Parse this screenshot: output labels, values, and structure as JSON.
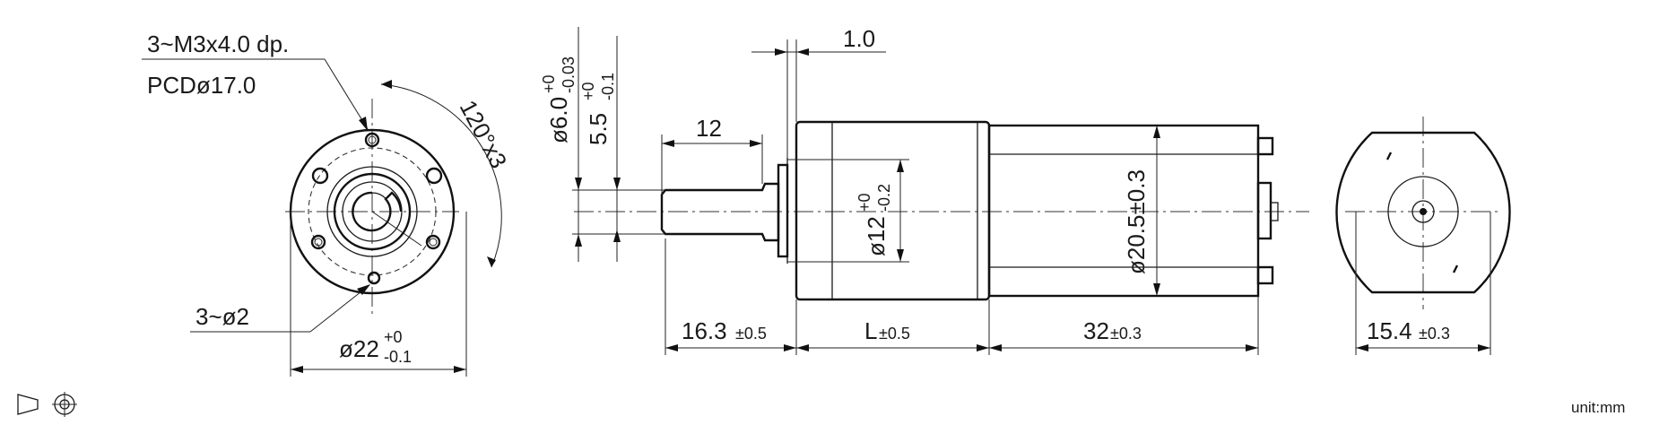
{
  "drawing": {
    "labels": {
      "thread_hole": "3~M3x4.0 dp.",
      "pcd": "PCDø17.0",
      "angle": "120°x3",
      "hole_dia": "3~ø2",
      "outer_dia_main": "ø22",
      "outer_dia_tol_upper": "+0",
      "outer_dia_tol_lower": "-0.1",
      "shaft_dia_main": "ø6.0",
      "shaft_dia_tol_upper": "+0",
      "shaft_dia_tol_lower": "-0.03",
      "flat_main": "5.5",
      "flat_tol_upper": "+0",
      "flat_tol_lower": "-0.1",
      "gap": "1.0",
      "shaft_len": "12",
      "boss_dia_main": "ø12",
      "boss_dia_tol_upper": "+0",
      "boss_dia_tol_lower": "-0.2",
      "motor_dia": "ø20.5±0.3",
      "dim_shaft_main": "16.3",
      "dim_shaft_tol": "±0.5",
      "dim_gear_main": "L",
      "dim_gear_tol": "±0.5",
      "dim_motor_main": "32",
      "dim_motor_tol": "±0.3",
      "dim_rear_main": "15.4",
      "dim_rear_tol": "±0.3",
      "unit": "unit:mm"
    },
    "symbols": {
      "projection": "third-angle-projection-icon"
    },
    "colors": {
      "line": "#1a1a1a",
      "background": "#ffffff"
    }
  }
}
